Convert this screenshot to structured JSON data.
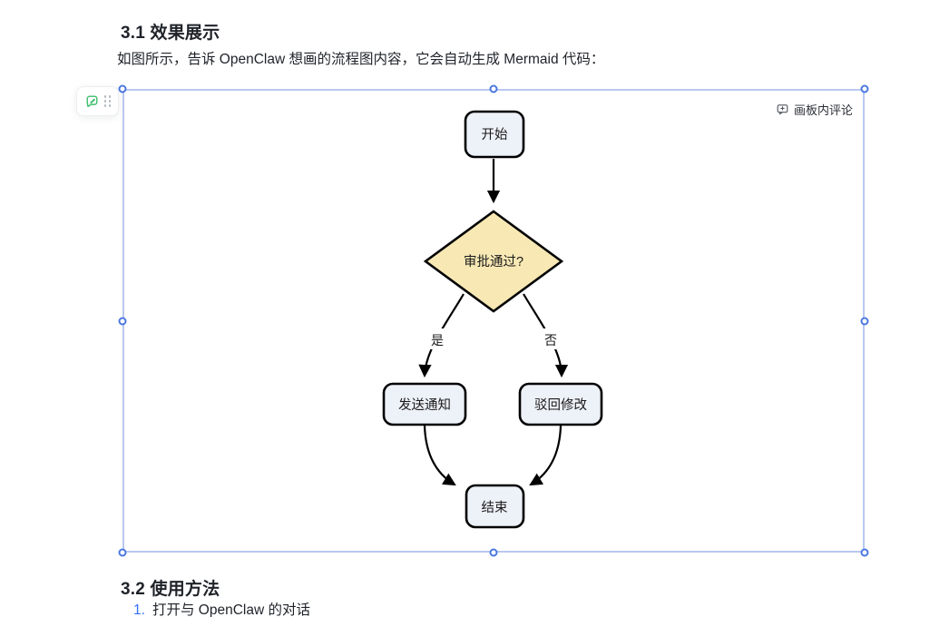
{
  "document": {
    "section_31": {
      "heading": "3.1 效果展示",
      "paragraph": "如图所示，告诉 OpenClaw 想画的流程图内容，它会自动生成 Mermaid 代码："
    },
    "section_32": {
      "heading": "3.2 使用方法",
      "list": [
        {
          "number": "1.",
          "text": "打开与 OpenClaw 的对话"
        }
      ]
    },
    "accent_color": "#3370ff",
    "text_color": "#1f2329"
  },
  "block_toolbar": {
    "add_comment_icon": "comment-draw-icon",
    "drag_handle_icon": "drag-handle-icon",
    "icon_color": "#3dbe6b"
  },
  "board": {
    "comment_button_label": "画板内评论",
    "comment_icon": "comment-plus-icon",
    "selection_border_color": "#bac8f0",
    "handle_color": "#4b77e0"
  },
  "flowchart": {
    "type": "flowchart",
    "nodes": {
      "start": "开始",
      "decision": "审批通过?",
      "yes_node": "发送通知",
      "no_node": "驳回修改",
      "end": "结束"
    },
    "edge_labels": {
      "yes": "是",
      "no": "否"
    },
    "edges": [
      "开始 → 审批通过?",
      "审批通过? →(是) 发送通知",
      "审批通过? →(否) 驳回修改",
      "发送通知 → 结束",
      "驳回修改 → 结束"
    ],
    "colors": {
      "process_fill": "#edf1f8",
      "decision_fill": "#f7e8b4",
      "stroke": "#000000",
      "text": "#1a1a1a",
      "label_bg": "#ffffff"
    }
  }
}
